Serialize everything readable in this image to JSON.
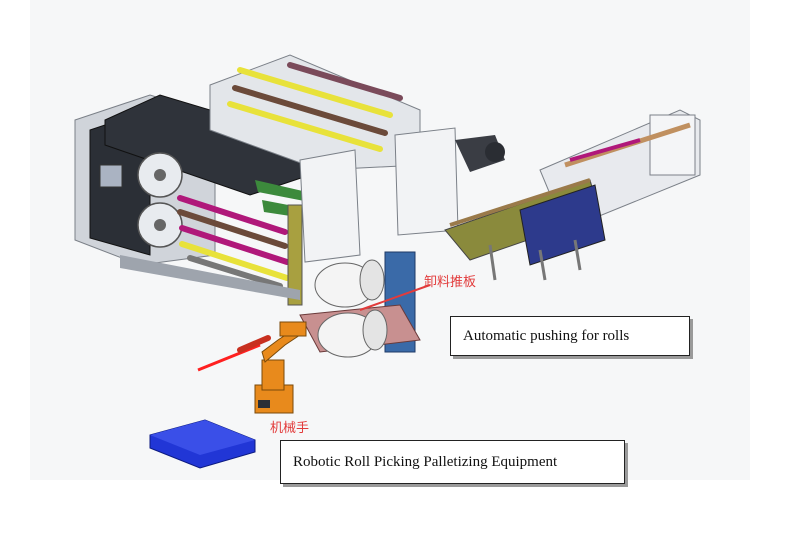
{
  "labels": {
    "pushing_callout": "Automatic pushing for rolls",
    "robot_callout": "Robotic Roll Picking Palletizing Equipment",
    "unloading_push_plate_cn": "卸料推板",
    "robot_arm_cn": "机械手"
  },
  "colors": {
    "machine_gray": "#d9dde2",
    "machine_dark": "#2b2f36",
    "roller_yellow": "#e8e23a",
    "roller_magenta": "#b0187a",
    "robot_orange": "#e88a1c",
    "pallet_blue": "#2136d6",
    "tray_olive": "#8a8a3c",
    "tray_navy": "#2d3a8c",
    "roll_white": "#f4f4f4",
    "annotation_red": "#e23b3b",
    "laser_red": "#ff2020"
  }
}
